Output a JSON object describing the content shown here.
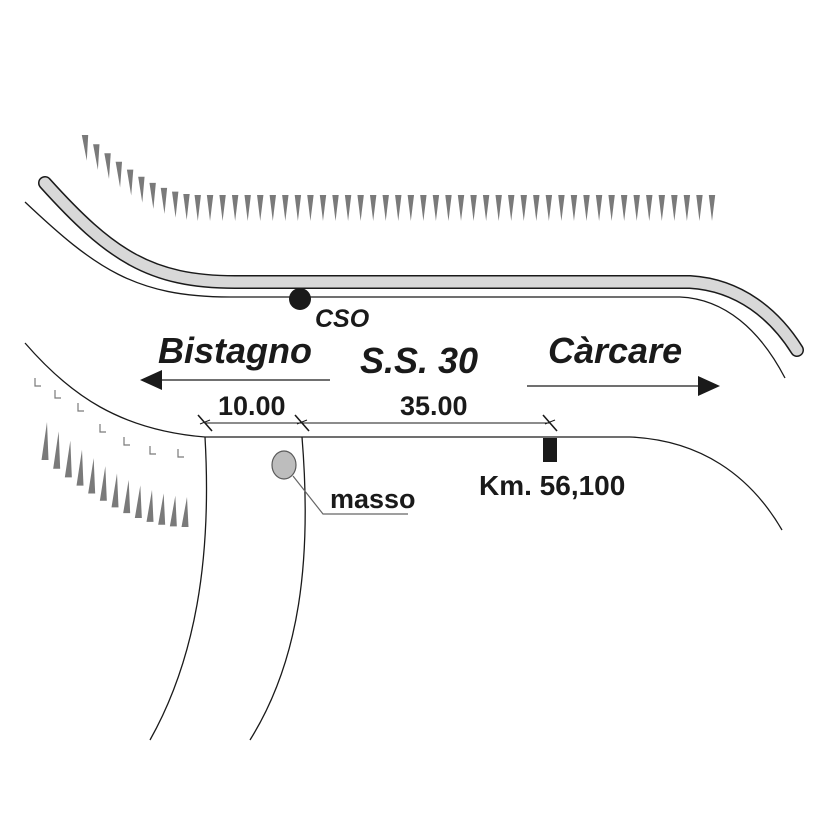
{
  "labels": {
    "station": "CSO",
    "road": "S.S. 30",
    "direction_left": "Bistagno",
    "direction_right": "Càrcare",
    "distance_left": "10.00",
    "distance_right": "35.00",
    "boulder": "masso",
    "kilometer_marker": "Km. 56,100"
  },
  "colors": {
    "line": "#1a1a1a",
    "verge_fill": "#d8d8d8",
    "hatch": "#7a7a7a",
    "boulder_fill": "#bdbdbd",
    "boulder_stroke": "#5a5a5a",
    "leader": "#666666"
  }
}
